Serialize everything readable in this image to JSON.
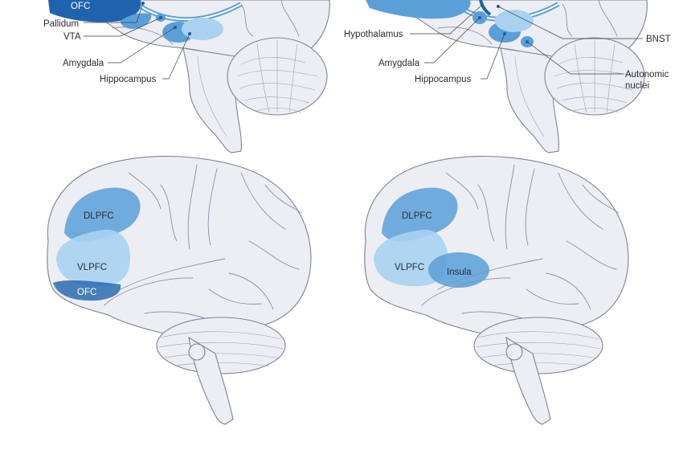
{
  "colors": {
    "region_dark": "#1f63ad",
    "region_mid": "#5b9fd8",
    "region_light": "#a8d2f0",
    "region_pale": "#c9e5f7",
    "brain_fill": "#eceef4",
    "outline": "#7d8497"
  },
  "panels": {
    "top_left": {
      "labels": {
        "ofc": "OFC",
        "pallidum": "Pallidum",
        "vta": "VTA",
        "amygdala": "Amygdala",
        "hippocampus": "Hippocampus"
      }
    },
    "top_right": {
      "labels": {
        "hypothalamus": "Hypothalamus",
        "amygdala": "Amygdala",
        "hippocampus": "Hippocampus",
        "bnst": "BNST",
        "autonomic_1": "Autonomic",
        "autonomic_2": "nuclei"
      }
    },
    "bottom_left": {
      "labels": {
        "dlpfc": "DLPFC",
        "vlpfc": "VLPFC",
        "ofc": "OFC"
      }
    },
    "bottom_right": {
      "labels": {
        "dlpfc": "DLPFC",
        "vlpfc": "VLPFC",
        "insula": "Insula"
      }
    }
  }
}
